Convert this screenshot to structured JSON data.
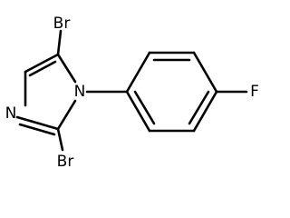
{
  "molecule": {
    "atoms": {
      "br_top": "Br",
      "br_bottom": "Br",
      "n1": "N",
      "n3": "N",
      "f": "F"
    }
  }
}
